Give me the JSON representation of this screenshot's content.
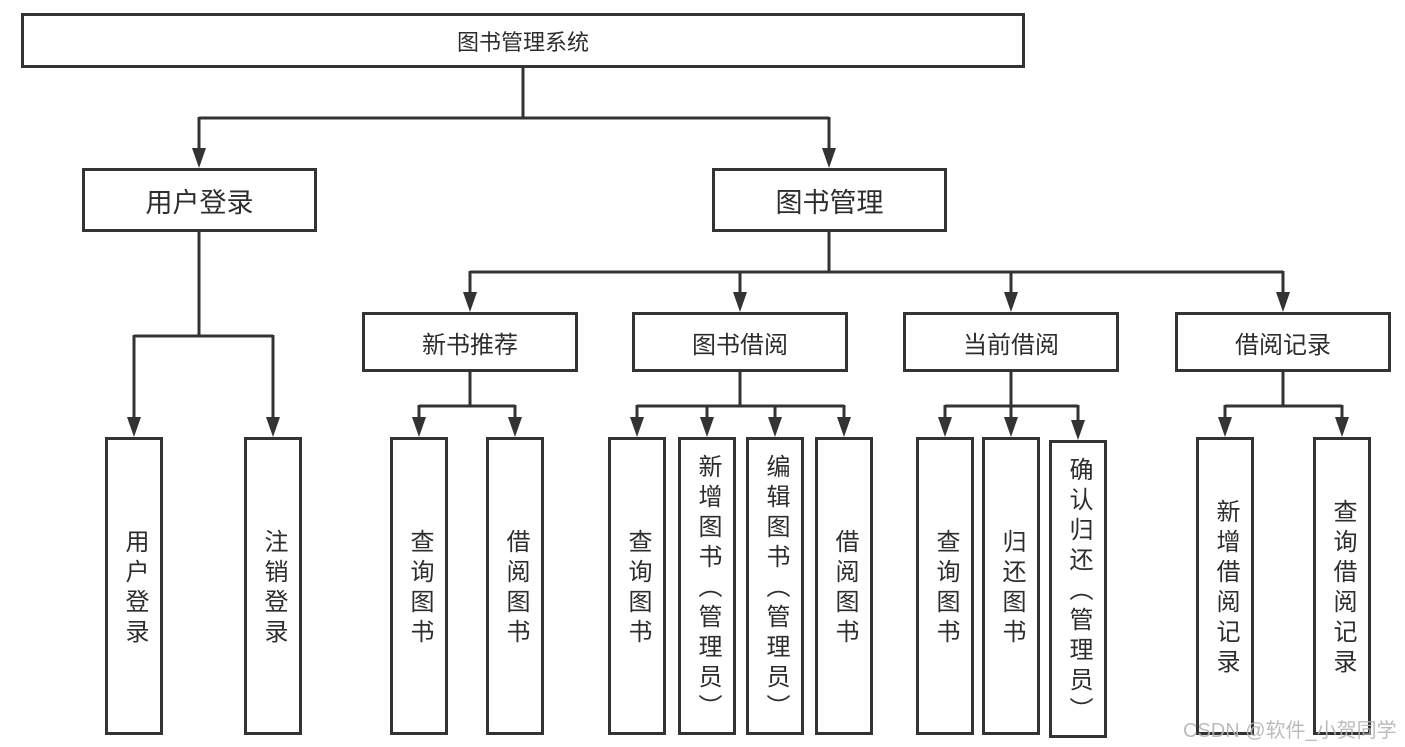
{
  "title": {
    "label": "图书管理系统"
  },
  "level2": [
    {
      "label": "用户登录"
    },
    {
      "label": "图书管理"
    }
  ],
  "level3": [
    {
      "label": "新书推荐"
    },
    {
      "label": "图书借阅"
    },
    {
      "label": "当前借阅"
    },
    {
      "label": "借阅记录"
    }
  ],
  "leaves": [
    {
      "label": "用户登录",
      "parent": "用户登录"
    },
    {
      "label": "注销登录",
      "parent": "用户登录"
    },
    {
      "label": "查询图书",
      "parent": "新书推荐"
    },
    {
      "label": "借阅图书",
      "parent": "新书推荐"
    },
    {
      "label": "查询图书",
      "parent": "图书借阅"
    },
    {
      "label": "新增图书（管理员）",
      "parent": "图书借阅"
    },
    {
      "label": "编辑图书（管理员）",
      "parent": "图书借阅"
    },
    {
      "label": "借阅图书",
      "parent": "图书借阅"
    },
    {
      "label": "查询图书",
      "parent": "当前借阅"
    },
    {
      "label": "归还图书",
      "parent": "当前借阅"
    },
    {
      "label": "确认归还（管理员）",
      "parent": "当前借阅"
    },
    {
      "label": "新增借阅记录",
      "parent": "借阅记录"
    },
    {
      "label": "查询借阅记录",
      "parent": "借阅记录"
    }
  ],
  "watermark": {
    "text": "CSDN @软件_小贺同学"
  },
  "colors": {
    "line": "#333333",
    "box_border": "#333333",
    "box_fill": "#ffffff",
    "text": "#2d2d2d",
    "watermark": "#b5b5b5",
    "background": "#ffffff"
  }
}
